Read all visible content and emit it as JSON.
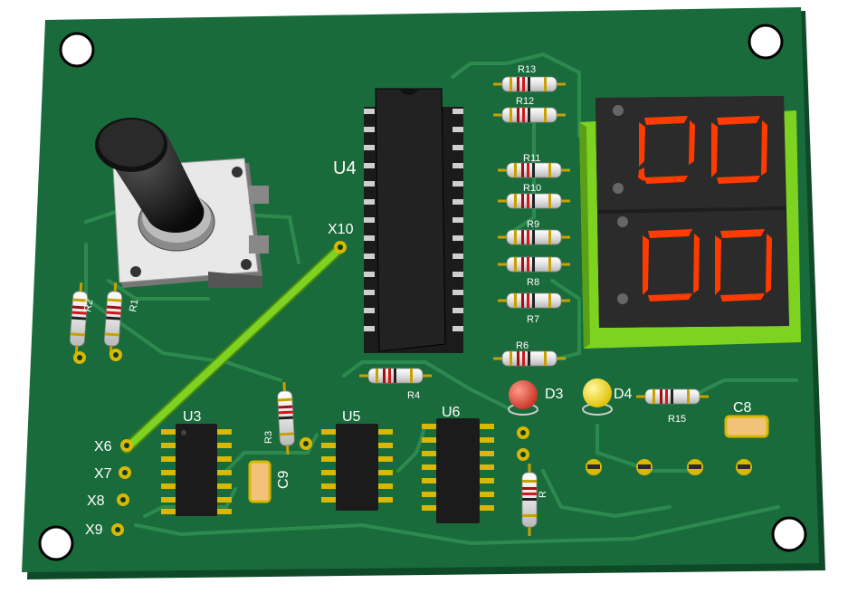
{
  "board": {
    "colors": {
      "board": "#1a6b3c",
      "board_edge": "#0f4a28",
      "trace": "#2d8a4e",
      "pad": "#d8b800",
      "ic": "#1c1c1c",
      "display": "#2a2a2a",
      "segment": "#ff3b00",
      "jumper": "#7ed321",
      "led_red": "#e8483a",
      "led_yellow": "#ffe000"
    }
  },
  "labels": {
    "u4": "U4",
    "u3": "U3",
    "u5": "U5",
    "u6": "U6",
    "x10": "X10",
    "x6": "X6",
    "x7": "X7",
    "x8": "X8",
    "x9": "X9",
    "r1": "R1",
    "r2": "R2",
    "r3": "R3",
    "r4": "R4",
    "r6": "R6",
    "r7": "R7",
    "r8": "R8",
    "r9": "R9",
    "r10": "R10",
    "r11": "R11",
    "r12": "R12",
    "r13": "R13",
    "r15": "R15",
    "r_u6": "R",
    "d3": "D3",
    "d4": "D4",
    "c8": "C8",
    "c9": "C9"
  },
  "components": {
    "potentiometer": "potentiometer",
    "display": "seven-segment-display",
    "display_digits": [
      "0",
      "0",
      "0",
      "0"
    ]
  }
}
